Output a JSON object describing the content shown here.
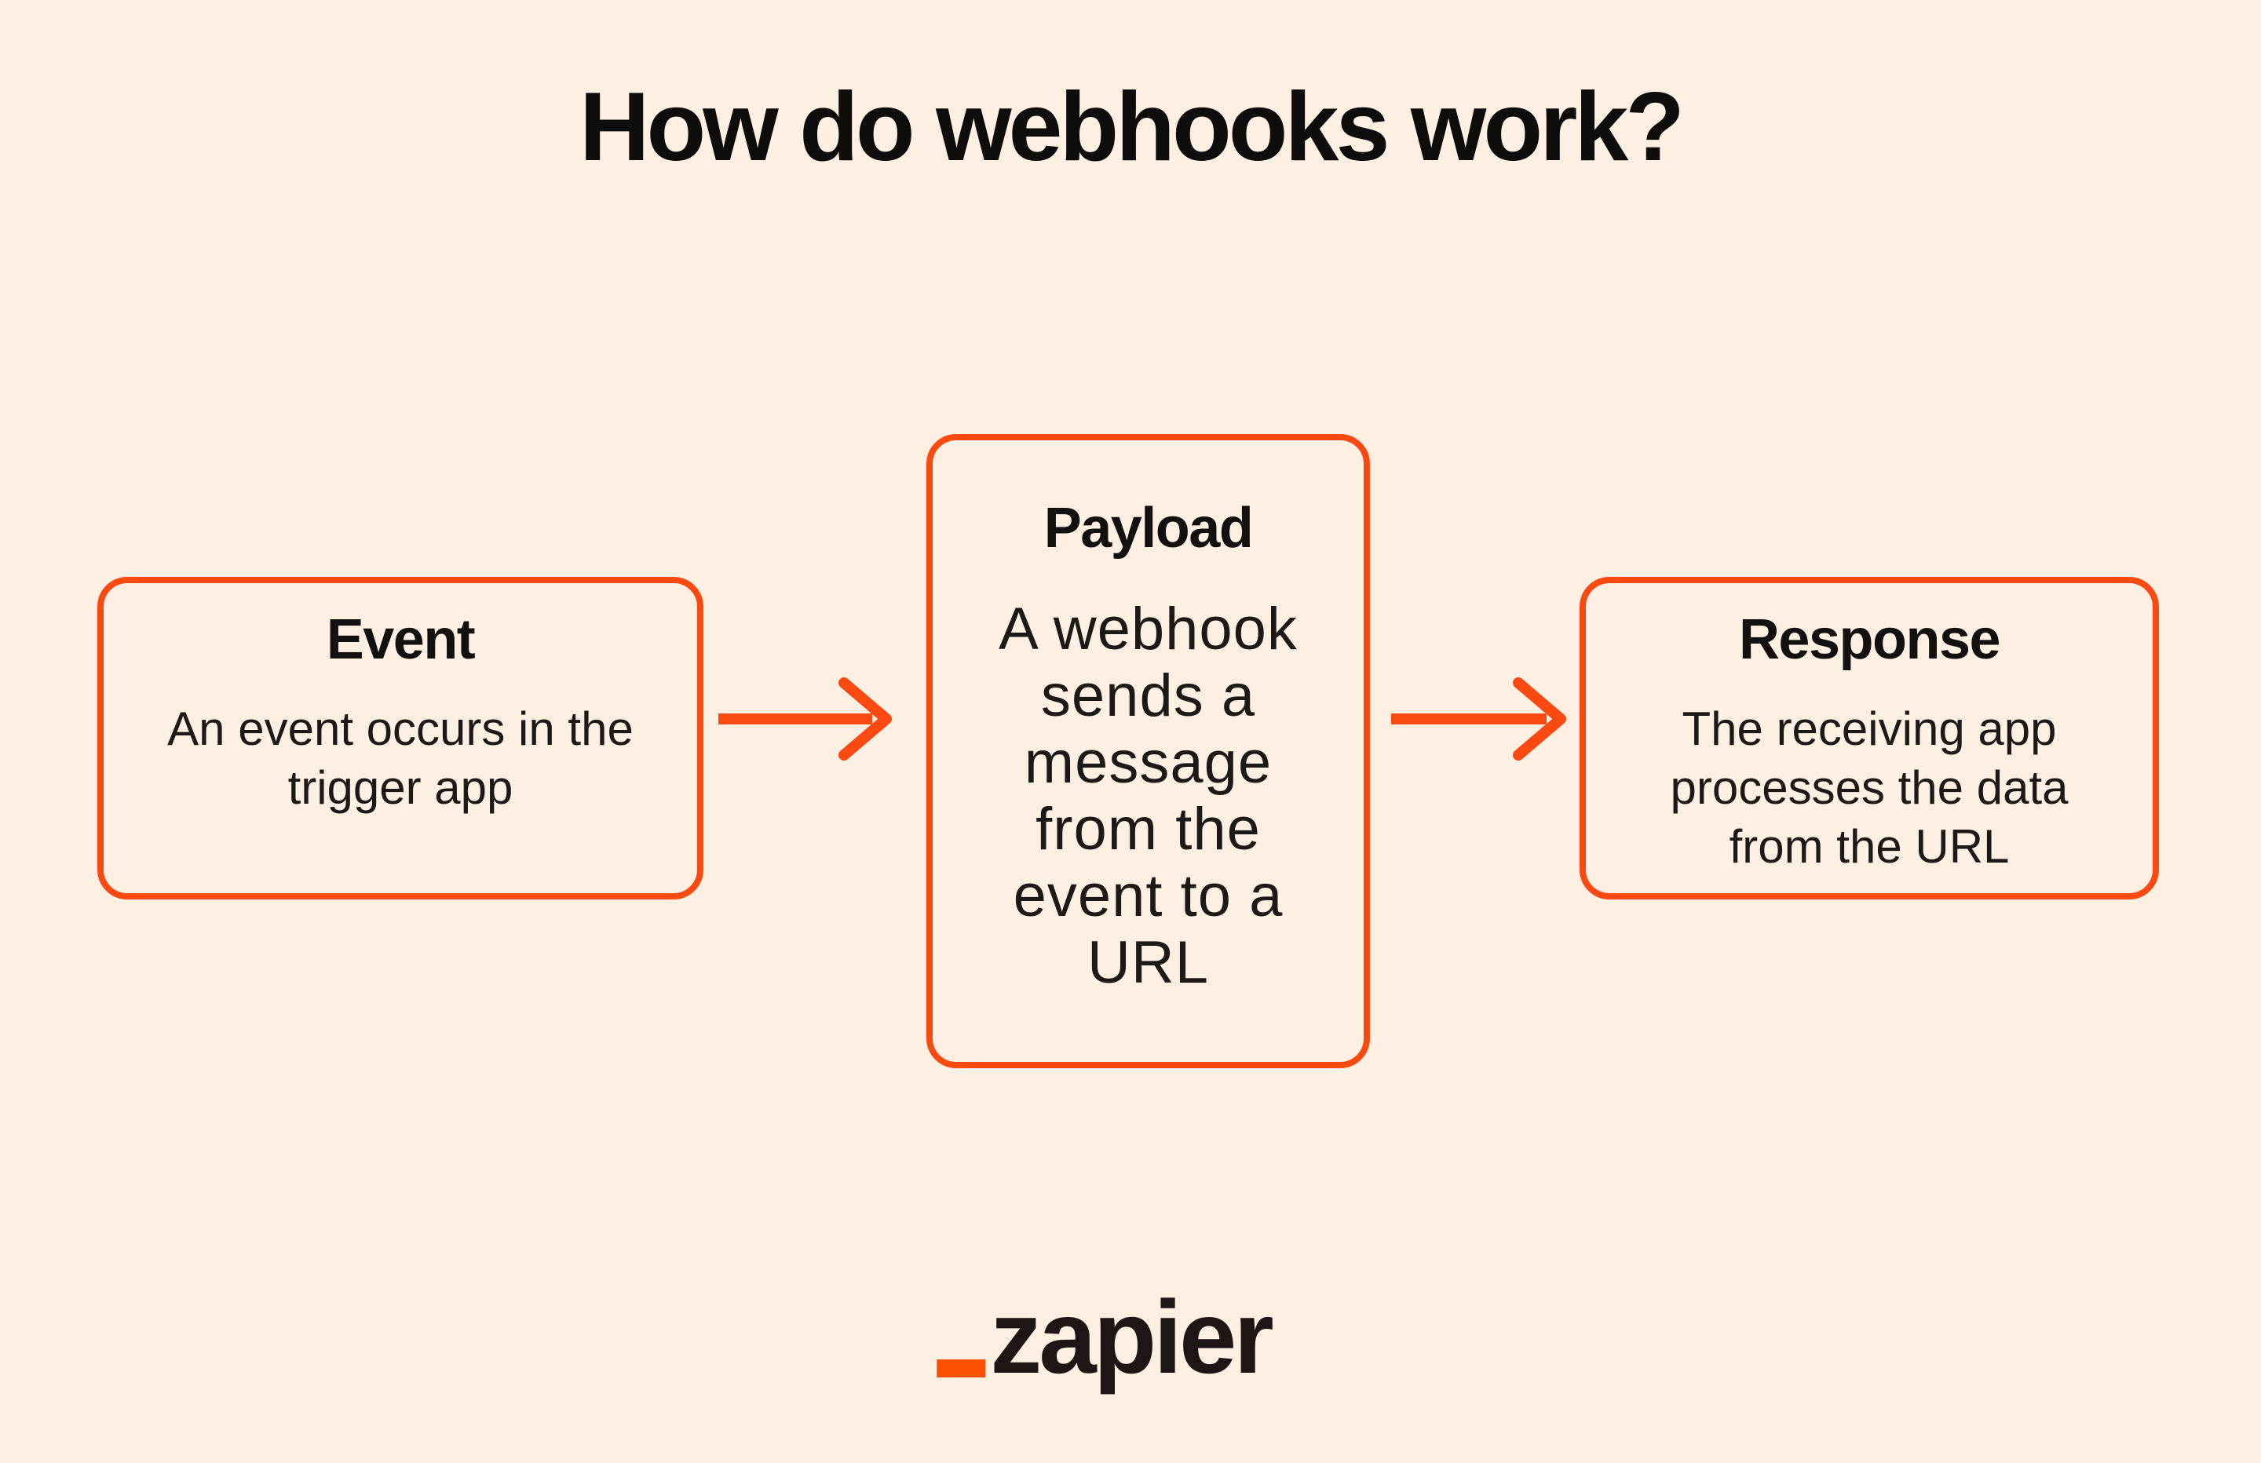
{
  "page": {
    "title": "How do webhooks work?",
    "background_color": "#FDF0E2",
    "accent_color": "#FA4A12",
    "heading_text_color": "#131010",
    "body_text_color": "#1C1917"
  },
  "diagram": {
    "steps": [
      {
        "heading": "Event",
        "body": "An event occurs in the\ntrigger app"
      },
      {
        "heading": "Payload",
        "body": "A webhook\nsends a\nmessage\nfrom the\nevent to a\nURL"
      },
      {
        "heading": "Response",
        "body": "The receiving app\nprocesses the data\nfrom the URL"
      }
    ],
    "connector_icon": "arrow-right-icon"
  },
  "footer": {
    "logo_text": "zapier",
    "logo_underscore_color": "#FF4F00",
    "logo_text_color": "#201515"
  }
}
